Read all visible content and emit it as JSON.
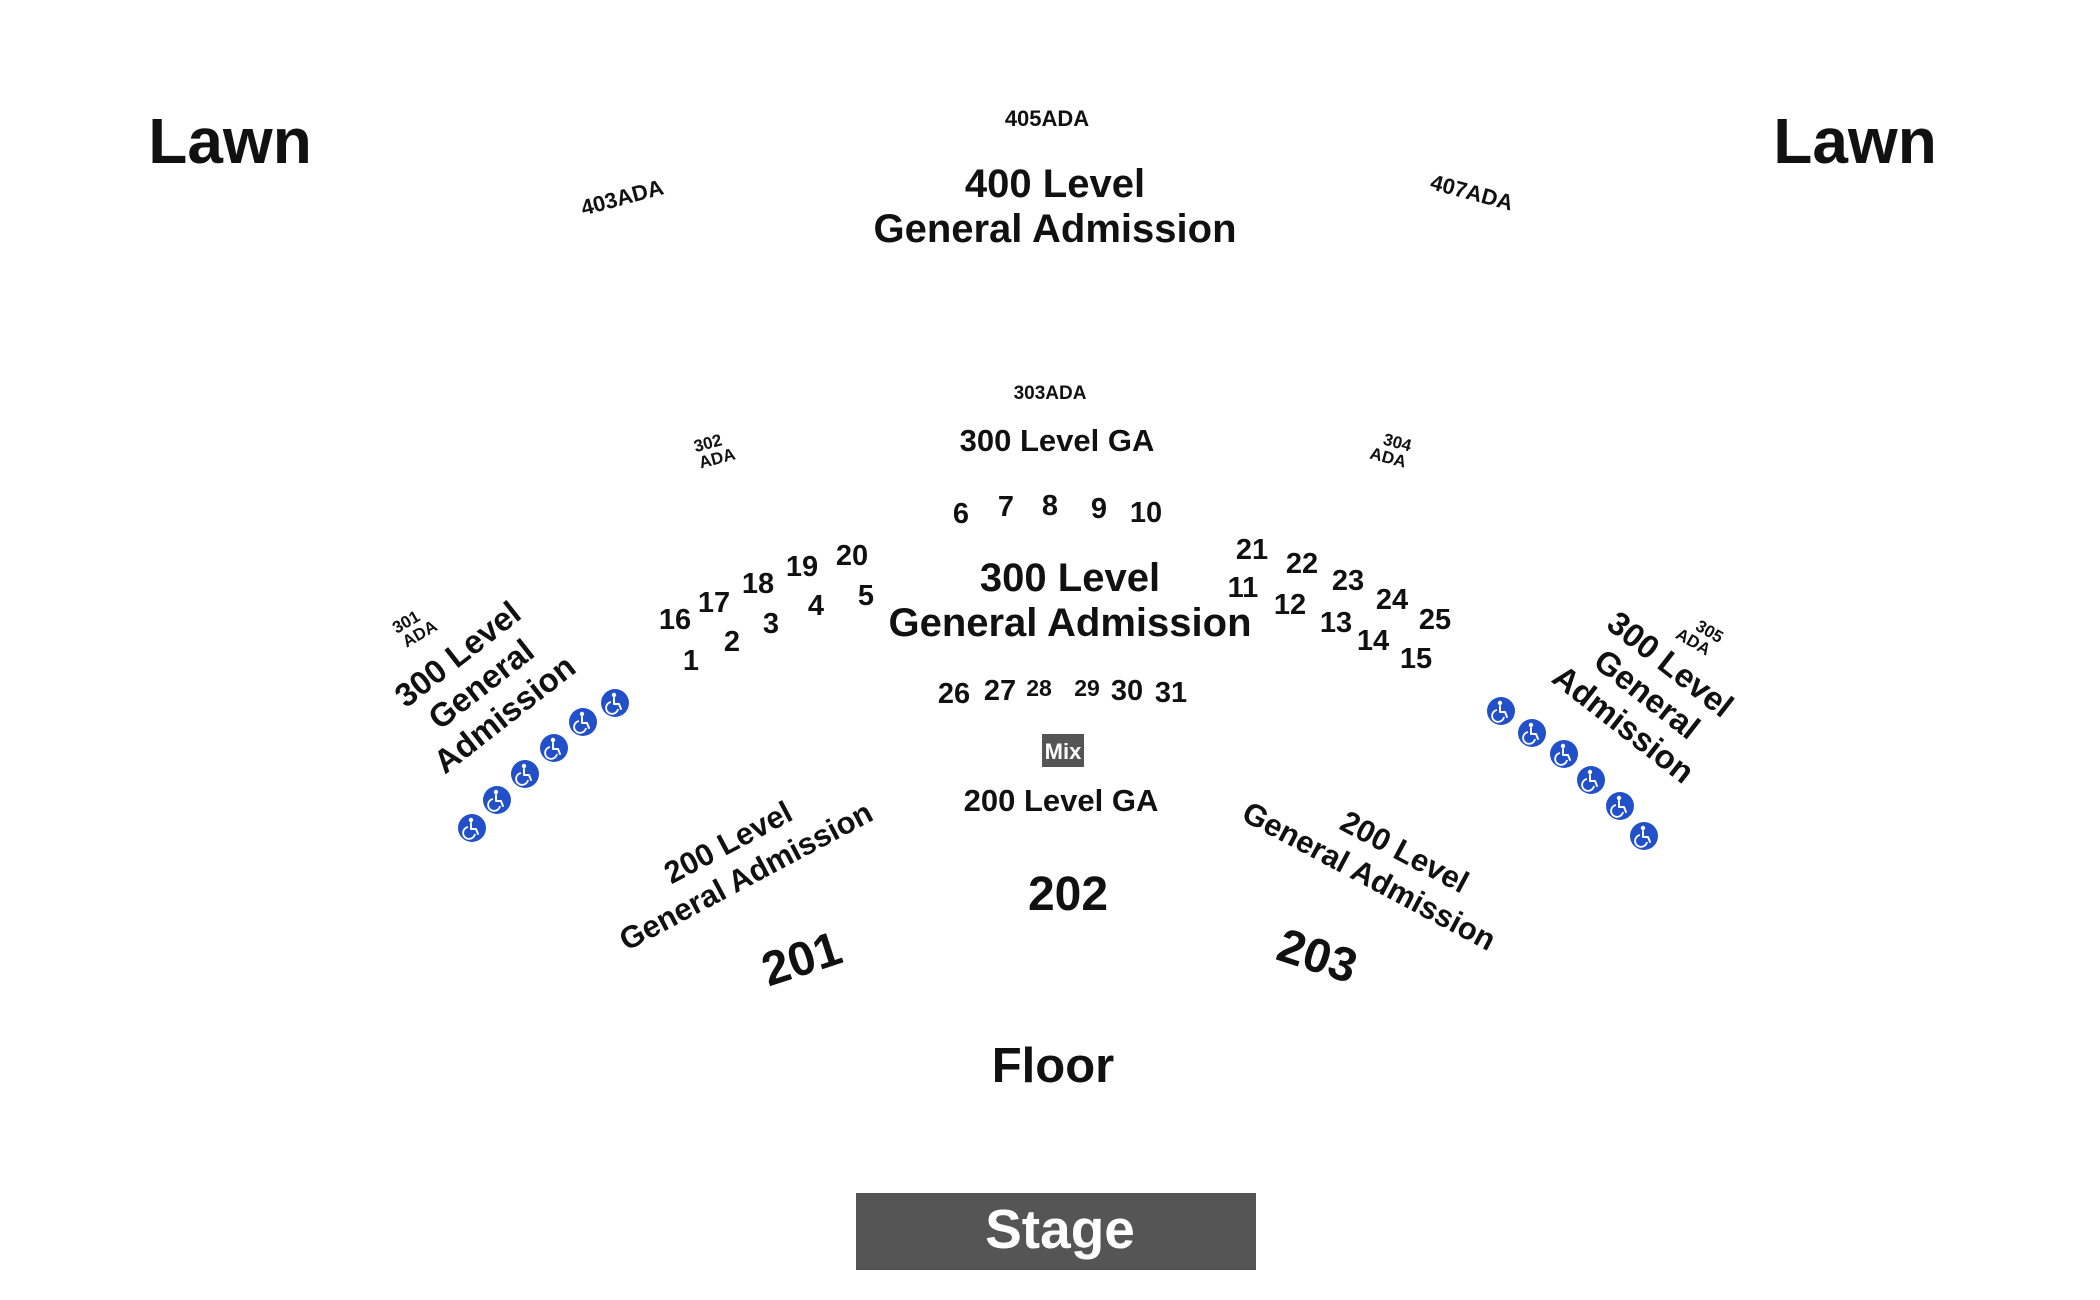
{
  "colors": {
    "text": "#111111",
    "stage_fill": "#555555",
    "mix_fill": "#555555",
    "ada_fill": "#2250c8",
    "background": "#ffffff"
  },
  "lawn": {
    "left": "Lawn",
    "right": "Lawn"
  },
  "level400": {
    "line1": "400 Level",
    "line2": "General Admission",
    "ada": [
      "403ADA",
      "405ADA",
      "407ADA"
    ]
  },
  "level300": {
    "ga_label": "300 Level GA",
    "center_line1": "300 Level",
    "center_line2": "General Admission",
    "left_lines": [
      "300 Level",
      "General",
      "Admission"
    ],
    "right_lines": [
      "300 Level",
      "General",
      "Admission"
    ],
    "ada": {
      "s301": [
        "301",
        "ADA"
      ],
      "s302": [
        "302",
        "ADA"
      ],
      "s303": "303ADA",
      "s304": [
        "304",
        "ADA"
      ],
      "s305": [
        "305",
        "ADA"
      ]
    }
  },
  "boxes": [
    "1",
    "2",
    "3",
    "4",
    "5",
    "6",
    "7",
    "8",
    "9",
    "10",
    "11",
    "12",
    "13",
    "14",
    "15",
    "16",
    "17",
    "18",
    "19",
    "20",
    "21",
    "22",
    "23",
    "24",
    "25",
    "26",
    "27",
    "28",
    "29",
    "30",
    "31"
  ],
  "level200": {
    "ga_label": "200 Level GA",
    "left_lines": [
      "200 Level",
      "General Admission"
    ],
    "right_lines": [
      "200 Level",
      "General Admission"
    ]
  },
  "sections": {
    "s201": "201",
    "s202": "202",
    "s203": "203"
  },
  "mix": "Mix",
  "floor": "Floor",
  "stage": "Stage",
  "accessibility_icon": "wheelchair-icon"
}
